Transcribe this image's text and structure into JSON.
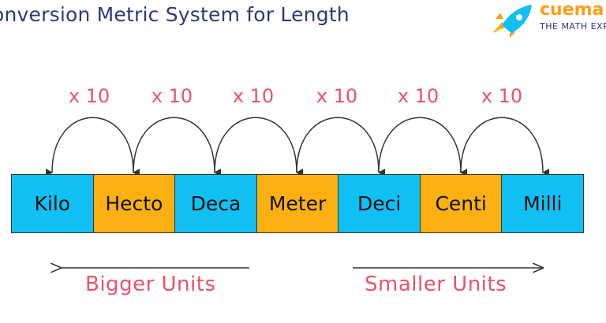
{
  "title": "onversion Metric System for Length",
  "logo": {
    "word": "cuema",
    "tagline": "THE MATH EXP",
    "icon": "rocket-icon"
  },
  "multiplier_label": "x 10",
  "multipliers": [
    "x 10",
    "x 10",
    "x 10",
    "x 10",
    "x 10",
    "x 10"
  ],
  "units": [
    {
      "name": "Kilo",
      "color": "#11c0f2"
    },
    {
      "name": "Hecto",
      "color": "#fcb012"
    },
    {
      "name": "Deca",
      "color": "#11c0f2"
    },
    {
      "name": "Meter",
      "color": "#fcb012"
    },
    {
      "name": "Deci",
      "color": "#11c0f2"
    },
    {
      "name": "Centi",
      "color": "#fcb012"
    },
    {
      "name": "Milli",
      "color": "#11c0f2"
    }
  ],
  "bigger_label": "Bigger Units",
  "smaller_label": "Smaller Units",
  "colors": {
    "accent": "#e8536a",
    "title": "#2a3a7a",
    "blue": "#11c0f2",
    "orange": "#fcb012",
    "brand": "#fc9f18"
  }
}
